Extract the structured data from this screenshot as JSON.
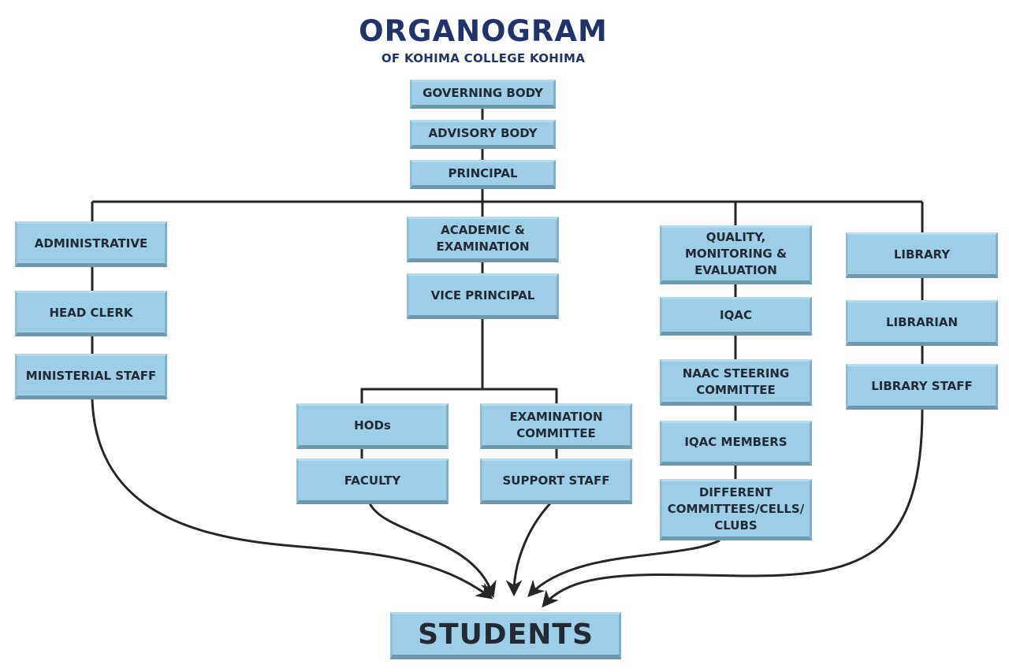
{
  "header": {
    "title": "ORGANOGRAM",
    "subtitle": "OF KOHIMA COLLEGE KOHIMA"
  },
  "nodes": {
    "governing_body": "GOVERNING BODY",
    "advisory_body": "ADVISORY BODY",
    "principal": "PRINCIPAL",
    "administrative": "ADMINISTRATIVE",
    "head_clerk": "HEAD CLERK",
    "ministerial_staff": "MINISTERIAL STAFF",
    "academic_examination": "ACADEMIC &\nEXAMINATION",
    "vice_principal": "VICE PRINCIPAL",
    "hods": "HODs",
    "faculty": "FACULTY",
    "examination_committee": "EXAMINATION\nCOMMITTEE",
    "support_staff": "SUPPORT STAFF",
    "quality_monitoring": "QUALITY,\nMONITORING &\nEVALUATION",
    "iqac": "IQAC",
    "naac_steering": "NAAC STEERING\nCOMMITTEE",
    "iqac_members": "IQAC MEMBERS",
    "committees_cells_clubs": "DIFFERENT\nCOMMITTEES/CELLS/\nCLUBS",
    "library": "LIBRARY",
    "librarian": "LIBRARIAN",
    "library_staff": "LIBRARY STAFF",
    "students": "STUDENTS"
  },
  "colors": {
    "title": "#22336b",
    "box_fill": "#9ecde6",
    "box_text": "#232a33",
    "connector": "#222222"
  }
}
